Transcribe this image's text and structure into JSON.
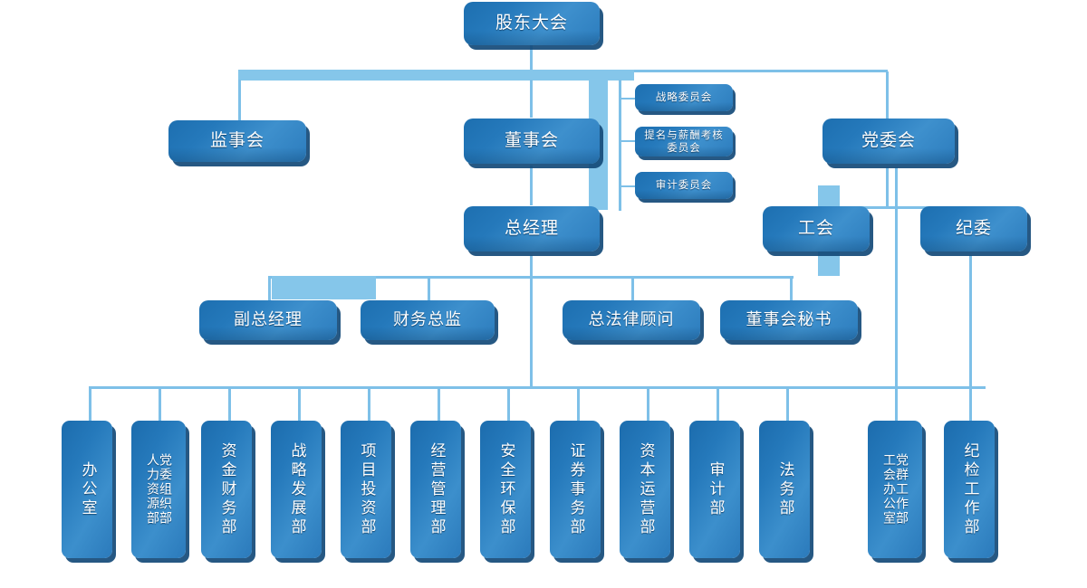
{
  "chart_title": "",
  "theme": {
    "box_fill_dark": "#1D6FB0",
    "box_fill_light": "#3E90CD",
    "box_shadow": "#144A78",
    "connector": "#7EC0E8",
    "band": "#85C6EA",
    "text": "#FFFFFF",
    "background": "#FFFFFF"
  },
  "nodes": {
    "shareholders_meeting": "股东大会",
    "board_of_supervisors": "监事会",
    "board_of_directors": "董事会",
    "party_committee": "党委会",
    "general_manager": "总经理",
    "labor_union": "工会",
    "discipline_commission": "纪委",
    "deputy_general_manager": "副总经理",
    "cfo": "财务总监",
    "general_counsel": "总法律顾问",
    "board_secretary": "董事会秘书"
  },
  "committees": [
    {
      "name": "strategy-committee",
      "label": "战略委员会"
    },
    {
      "name": "nomination-compensation-committee",
      "label": "提名与薪酬考核\n委员会"
    },
    {
      "name": "audit-committee",
      "label": "审计委员会"
    }
  ],
  "departments": [
    {
      "name": "office",
      "lines": [
        "办公室"
      ]
    },
    {
      "name": "party-organization-and-hr-department",
      "lines": [
        "党委组织部",
        "人力资源部"
      ]
    },
    {
      "name": "funds-and-finance-department",
      "lines": [
        "资金财务部"
      ]
    },
    {
      "name": "strategy-development-department",
      "lines": [
        "战略发展部"
      ]
    },
    {
      "name": "project-investment-department",
      "lines": [
        "项目投资部"
      ]
    },
    {
      "name": "operations-management-department",
      "lines": [
        "经营管理部"
      ]
    },
    {
      "name": "safety-and-environmental-protection-department",
      "lines": [
        "安全环保部"
      ]
    },
    {
      "name": "securities-affairs-department",
      "lines": [
        "证券事务部"
      ]
    },
    {
      "name": "capital-operation-department",
      "lines": [
        "资本运营部"
      ]
    },
    {
      "name": "audit-department",
      "lines": [
        "审计部"
      ]
    },
    {
      "name": "legal-affairs-department",
      "lines": [
        "法务部"
      ]
    },
    {
      "name": "mass-work-and-union-office-department",
      "lines": [
        "党群工作部",
        "工会办公室"
      ]
    },
    {
      "name": "discipline-inspection-work-department",
      "lines": [
        "纪检工作部"
      ]
    }
  ]
}
